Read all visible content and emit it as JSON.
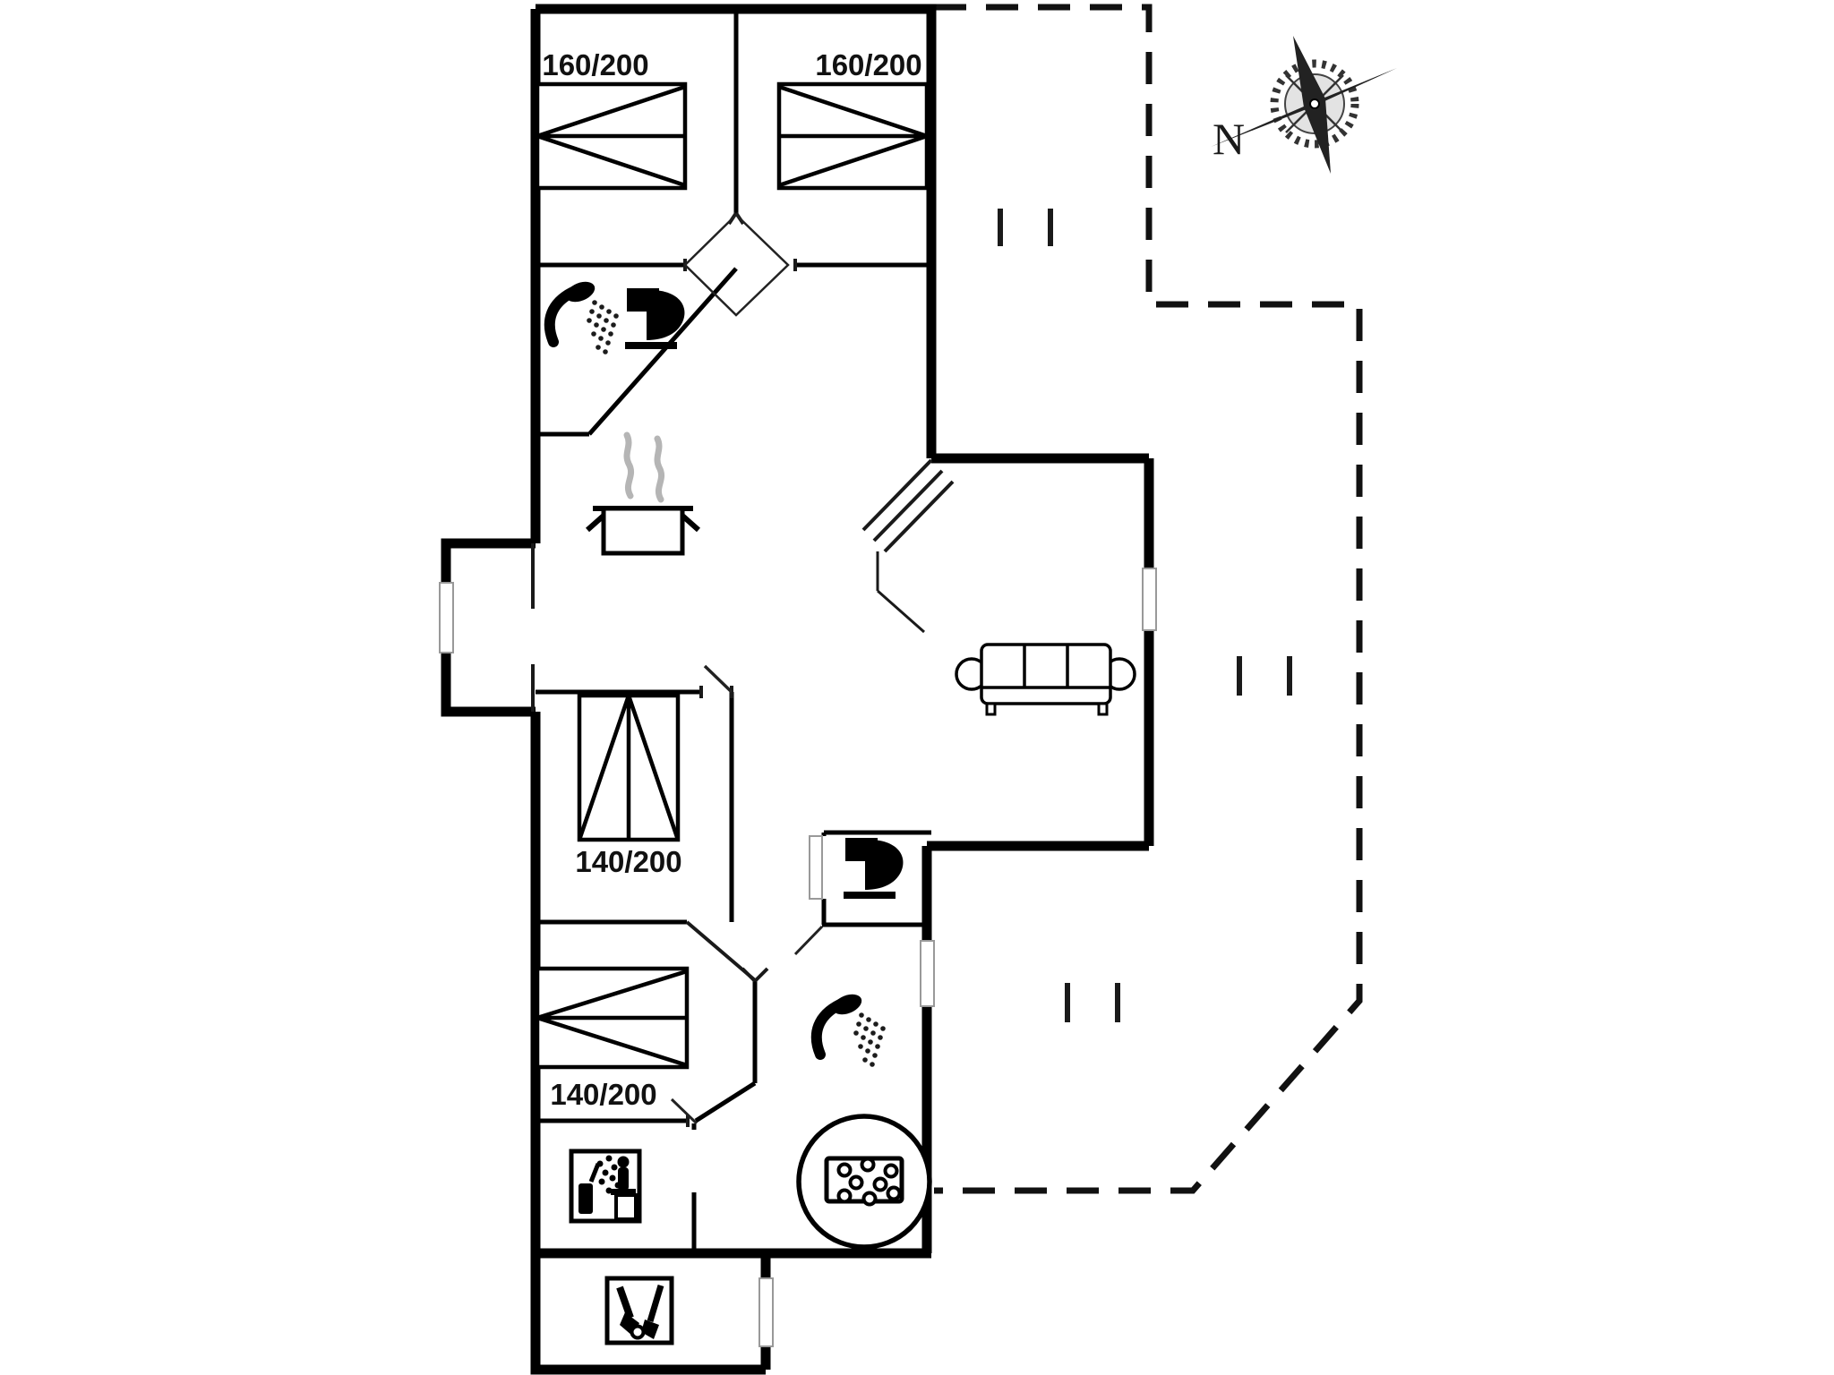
{
  "floor_plan": {
    "background_color": "#ffffff",
    "wall_color": "#000000",
    "steam_color": "#b5b5b5",
    "terrace_outline_style": "dashed",
    "bed_labels": {
      "top_left_bedroom": "160/200",
      "top_right_bedroom": "160/200",
      "middle_bedroom": "140/200",
      "bottom_bedroom": "140/200"
    },
    "compass": {
      "north_label": "N"
    },
    "icons": [
      "shower-icon",
      "toilet-icon",
      "cooking-pot-icon",
      "steam-icon",
      "sofa-icon",
      "double-bed-icon",
      "whirlpool-icon",
      "sauna-icon",
      "utility-tools-icon",
      "compass-rose-icon"
    ]
  }
}
